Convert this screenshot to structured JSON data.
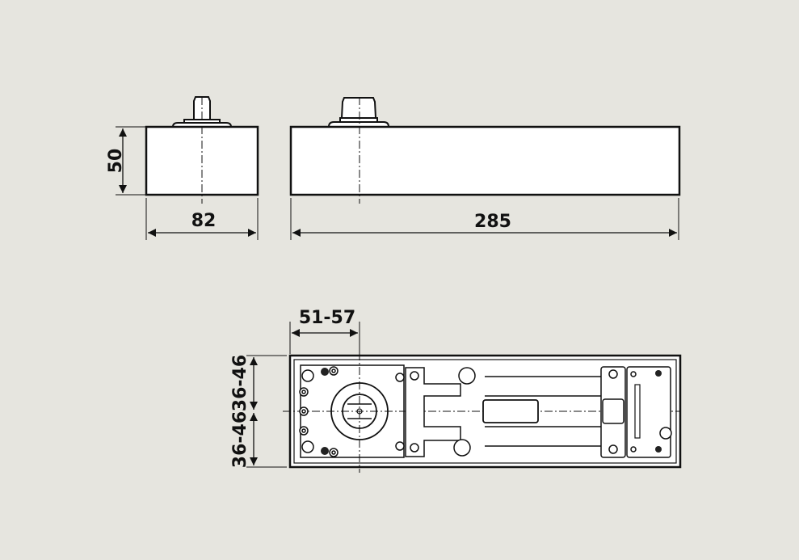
{
  "drawing": {
    "title": "Floor spring door closer – dimension drawing",
    "background": "#e6e5df",
    "line_color": "#111111",
    "fill_color": "#ffffff"
  },
  "side_view": {
    "height_label": "50",
    "width_label": "82"
  },
  "front_view": {
    "length_label": "285"
  },
  "top_view": {
    "spindle_offset_label": "51-57",
    "upper_offset_label": "36-46",
    "lower_offset_label": "36-46"
  }
}
